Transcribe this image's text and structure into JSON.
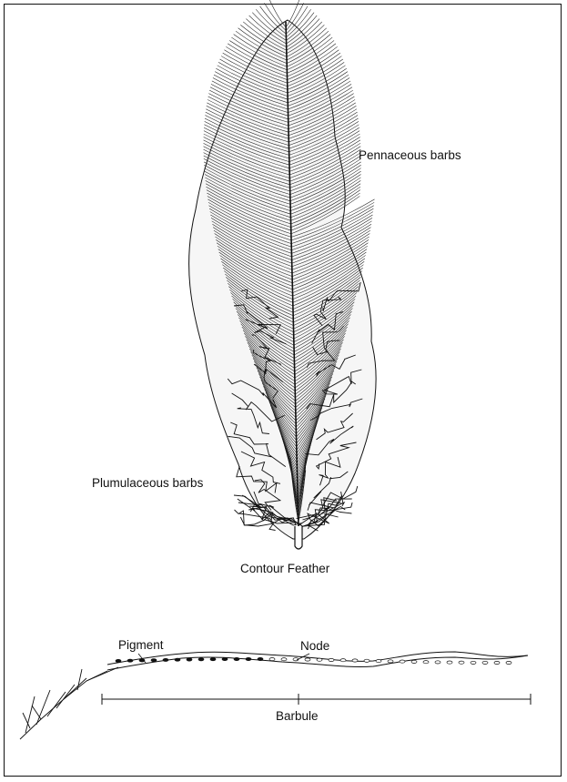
{
  "labels": {
    "pennaceous": "Pennaceous barbs",
    "plumulaceous": "Plumulaceous barbs",
    "contour": "Contour Feather",
    "pigment": "Pigment",
    "node": "Node",
    "barbule": "Barbule"
  },
  "colors": {
    "ink": "#111111",
    "background": "#ffffff",
    "fill": "#f6f6f6"
  }
}
